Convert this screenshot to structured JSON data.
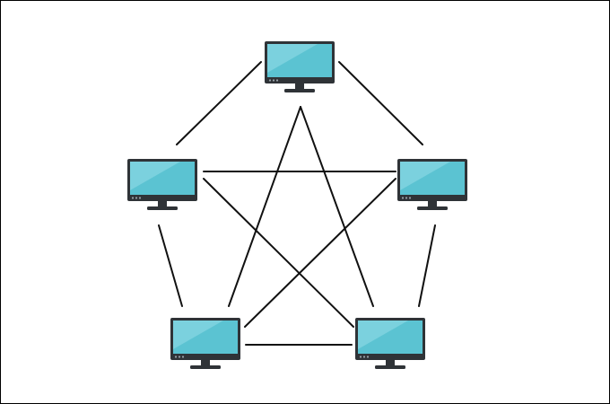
{
  "diagram": {
    "type": "full-mesh-network",
    "node_icon": "monitor-icon",
    "node_count": 5,
    "nodes": [
      {
        "id": "top",
        "icon": "monitor-icon"
      },
      {
        "id": "left",
        "icon": "monitor-icon"
      },
      {
        "id": "right",
        "icon": "monitor-icon"
      },
      {
        "id": "bottom-left",
        "icon": "monitor-icon"
      },
      {
        "id": "bottom-right",
        "icon": "monitor-icon"
      }
    ],
    "connections": [
      [
        "top",
        "left"
      ],
      [
        "top",
        "right"
      ],
      [
        "top",
        "bottom-left"
      ],
      [
        "top",
        "bottom-right"
      ],
      [
        "left",
        "right"
      ],
      [
        "left",
        "bottom-left"
      ],
      [
        "left",
        "bottom-right"
      ],
      [
        "right",
        "bottom-left"
      ],
      [
        "right",
        "bottom-right"
      ],
      [
        "bottom-left",
        "bottom-right"
      ]
    ],
    "colors": {
      "background": "#ffffff",
      "border": "#000000",
      "link": "#111111",
      "monitor_frame": "#2f3337",
      "screen": "#5bc3d2",
      "screen_highlight": "#86d6e1",
      "stand": "#2f3337",
      "indicator": "#9aa4ab"
    }
  }
}
